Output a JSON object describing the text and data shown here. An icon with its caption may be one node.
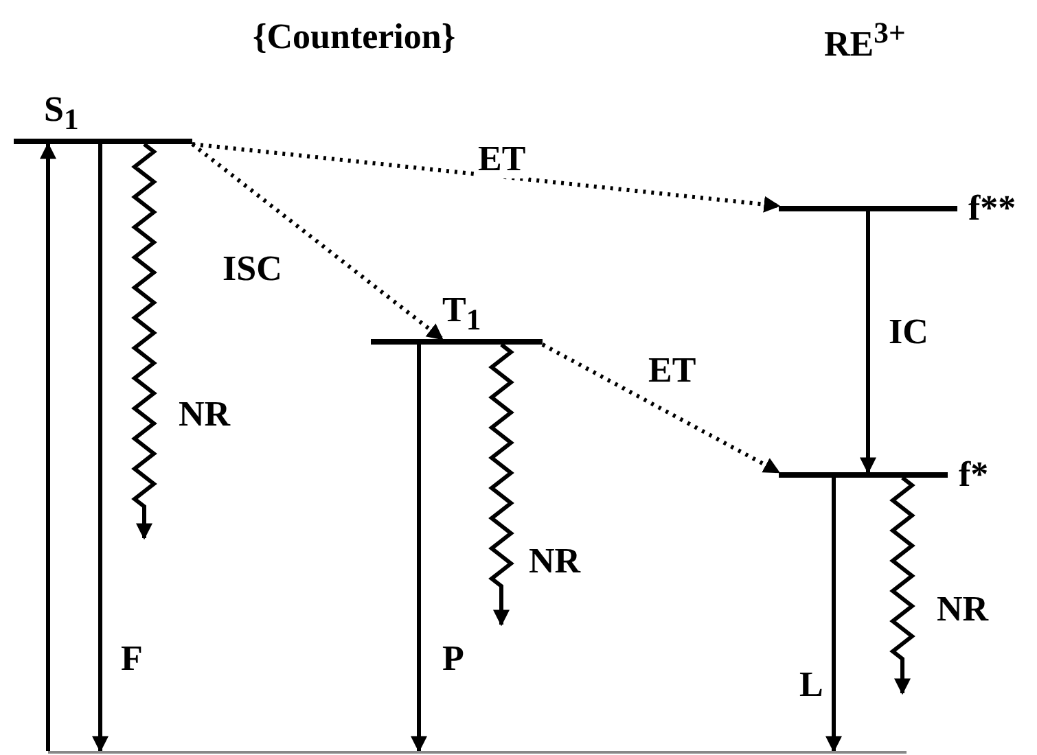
{
  "diagram": {
    "nodes": [
      {
        "text": [
          "S$_{1}$"
        ]
      },
      {
        "text": [
          "T$_{1}$"
        ]
      },
      {
        "text": [
          "f**"
        ]
      },
      {
        "text": [
          "f*"
        ]
      },
      {
        "text": [],
        "shape": "bar"
      }
    ],
    "edges": [
      {
        "from": 4,
        "to": 0,
        "arrow": "to"
      },
      {
        "from": 0,
        "to": 4,
        "arrow": "to",
        "label": "F"
      },
      {
        "from": 0,
        "to": null,
        "arrow": "to",
        "label": "NR"
      },
      {
        "from": 0,
        "to": 2,
        "arrow": "to",
        "label": "ET",
        "style": "dashed"
      },
      {
        "from": 0,
        "to": 1,
        "arrow": "to",
        "label": "ISC",
        "style": "dashed"
      },
      {
        "from": 1,
        "to": 4,
        "arrow": "to",
        "label": "P"
      },
      {
        "from": 1,
        "to": null,
        "arrow": "to",
        "label": "NR"
      },
      {
        "from": 1,
        "to": 3,
        "arrow": "to",
        "label": "ET",
        "style": "dashed"
      },
      {
        "from": 2,
        "to": 3,
        "arrow": "to",
        "label": "IC"
      },
      {
        "from": 3,
        "to": 4,
        "arrow": "to",
        "label": "L"
      },
      {
        "from": 3,
        "to": null,
        "arrow": "to",
        "label": "NR"
      }
    ],
    "labels": [
      "{Counterion}",
      "RE$^{3+}$"
    ]
  }
}
